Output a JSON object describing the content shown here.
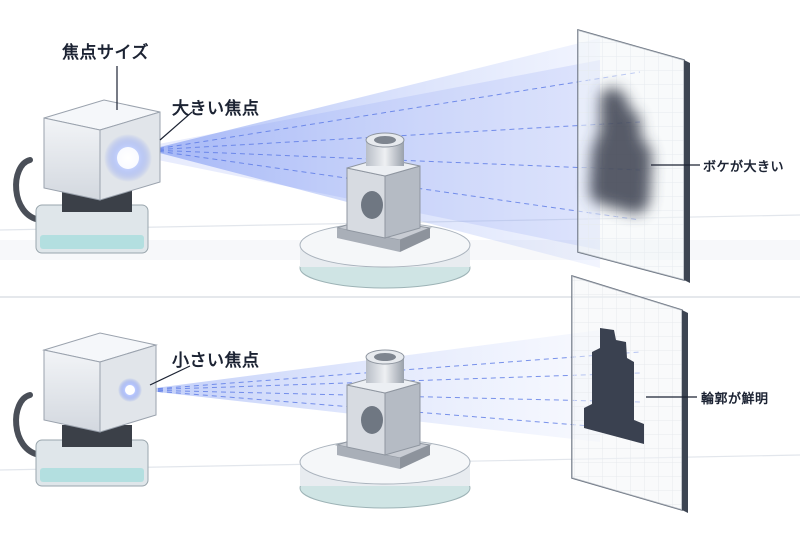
{
  "labels": {
    "focal_spot_size": "焦点サイズ",
    "large_focal_spot": "大きい焦点",
    "small_focal_spot": "小さい焦点",
    "large_blur": "ボケが大きい",
    "sharp_outline": "輪郭が鮮明"
  },
  "colors": {
    "beam": "#6f8cf2",
    "housing": "#e4e7ec",
    "turntable": "#eef1f4",
    "detector": "#f3f5f8",
    "shadow": "#3a4150",
    "label": "#1c2333"
  },
  "icons": {
    "source_top": "xray-source-icon",
    "source_bottom": "xray-source-icon",
    "part_top": "machined-part-icon",
    "part_bottom": "machined-part-icon",
    "detector_top": "detector-panel-icon",
    "detector_bottom": "detector-panel-icon"
  }
}
